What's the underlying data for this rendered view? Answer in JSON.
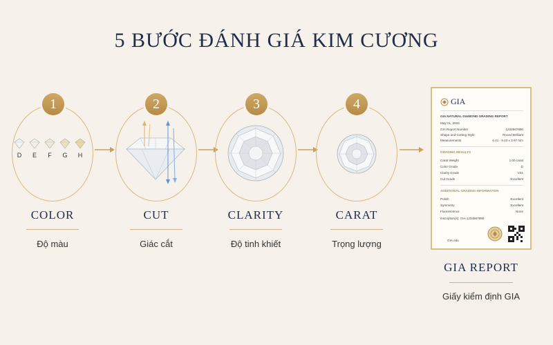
{
  "title": "5 BƯỚC ĐÁNH GIÁ KIM CƯƠNG",
  "steps": [
    {
      "number": "1",
      "label": "COLOR",
      "sub": "Độ màu"
    },
    {
      "number": "2",
      "label": "CUT",
      "sub": "Giác cắt"
    },
    {
      "number": "3",
      "label": "CLARITY",
      "sub": "Độ tinh khiết"
    },
    {
      "number": "4",
      "label": "CARAT",
      "sub": "Trọng lượng"
    }
  ],
  "color_grades": [
    "D",
    "E",
    "F",
    "G",
    "H"
  ],
  "color_swatches": [
    "#f4f4f4",
    "#f2f1ec",
    "#efeadb",
    "#ece2c3",
    "#e9d8a4"
  ],
  "accent": "#c9a15c",
  "navy": "#1f2d4a",
  "report": {
    "label": "GIA REPORT",
    "sub": "Giấy kiểm định GIA",
    "brand": "GIA",
    "doc_title": "GIA NATURAL DIAMOND GRADING REPORT",
    "date": "May 01, 2024",
    "lines1": [
      {
        "k": "GIA Report Number",
        "v": "1234567890"
      },
      {
        "k": "Shape and Cutting Style",
        "v": "Round Brilliant"
      },
      {
        "k": "Measurements",
        "v": "6.41 - 6.43 x 3.97 mm"
      }
    ],
    "section1": "GRADING RESULTS",
    "lines2": [
      {
        "k": "Carat Weight",
        "v": "1.00 carat"
      },
      {
        "k": "Color Grade",
        "v": "D"
      },
      {
        "k": "Clarity Grade",
        "v": "VS1"
      },
      {
        "k": "Cut Grade",
        "v": "Excellent"
      }
    ],
    "section2": "ADDITIONAL GRADING INFORMATION",
    "lines3": [
      {
        "k": "Polish",
        "v": "Excellent"
      },
      {
        "k": "Symmetry",
        "v": "Excellent"
      },
      {
        "k": "Fluorescence",
        "v": "None"
      }
    ],
    "inscription": "Inscription(s): GIA 1234567890",
    "footer": "GIA.edu"
  }
}
